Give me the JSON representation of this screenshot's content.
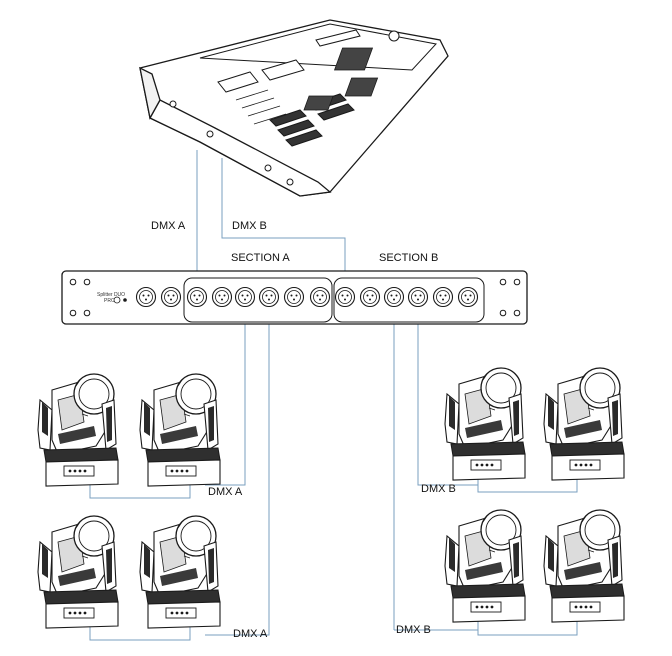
{
  "console": {
    "name": "lighting-console"
  },
  "splitter": {
    "brand": "Splitter DUO",
    "model": "PRO",
    "section_a_label": "SECTION A",
    "section_b_label": "SECTION B"
  },
  "links": {
    "console_a": "DMX A",
    "console_b": "DMX B",
    "chain_a_top": "DMX A",
    "chain_a_bottom": "DMX A",
    "chain_b_top": "DMX B",
    "chain_b_bottom": "DMX B"
  },
  "colors": {
    "outline": "#1a1a1a",
    "cable": "#7a9fbf",
    "background": "#ffffff"
  },
  "icons": [
    "lighting-console-icon",
    "dmx-splitter-icon",
    "xlr-connector-icon",
    "moving-head-fixture-icon"
  ]
}
